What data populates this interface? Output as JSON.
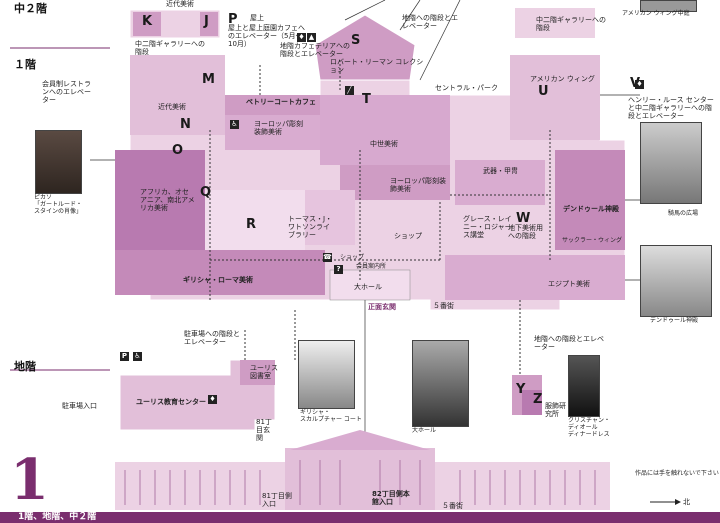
{
  "floors": {
    "mezzanine": "中２階",
    "first": "１階",
    "ground": "地階"
  },
  "section_letters": [
    "K",
    "J",
    "P",
    "S",
    "M",
    "T",
    "U",
    "V",
    "N",
    "O",
    "Q",
    "R",
    "W",
    "Y",
    "Z"
  ],
  "labels": {
    "modern_art": "近代美術",
    "mezz_gallery_stairs": "中二階ギャラリーへの階段",
    "roof_cafe": "屋上と屋上庭園カフェへのエレベーター（5月～10月）",
    "rooftop": "屋上",
    "cafeteria": "地階カフェテリアへの階段とエレベーター",
    "stairs_to_ground": "地階への階段とエレベーター",
    "lehman": "ロバート・リーマン コレクション",
    "american_wing": "アメリカン ウィング",
    "american_wing_mezz": "中二階ギャラリーへの階段",
    "american_wing_court": "アメリカン ウィング中庭",
    "luce": "ヘンリー・ルース センターと中二階ギャラリーへの階段とエレベーター",
    "members_rest": "会員制レストランへのエレベーター",
    "petrie": "ペトリーコートカフェ",
    "euro_sculpture": "ヨーロッパ彫刻装飾美術",
    "medieval": "中世美術",
    "central_park": "セントラル・パーク",
    "africa": "アフリカ、オセアニア、南北アメリカ美術",
    "euro_sculpture2": "ヨーロッパ彫刻装飾美術",
    "arms": "武器・甲冑",
    "watson": "トーマス・J・ワトソンライブラリー",
    "shop": "ショップ",
    "grace": "グレース・レイニー・ロジャース講堂",
    "arms_ground": "地下美術用への階段",
    "dendur": "デンドゥール神殿",
    "sackler": "サックラー・ウィング",
    "greek": "ギリシャ・ローマ美術",
    "great_hall": "大ホール",
    "info": "会員案内所",
    "egypt": "エジプト美術",
    "shop2": "ショップ",
    "main_entrance": "正面玄関",
    "fifth_ave": "５番街",
    "fifth_ave2": "５番街",
    "uris_center": "ユーリス教育センター",
    "uris_library": "ユーリス図書室",
    "parking": "駐車場入口",
    "parking_elev": "駐車場への階段とエレベーター",
    "entrance_81": "81丁目玄関",
    "entrance_81b": "81丁目側入口",
    "entrance_82": "82丁目側本館入口",
    "costume_stairs": "地階への階段とエレベーター",
    "costume": "服飾研究所",
    "north": "北",
    "scale_note": "作品には手を触れないで下さい",
    "equestrian": "騎馬の広場"
  },
  "captions": {
    "picasso": "ピカソ\n「ガートルード・\nスタインの肖像」",
    "greek_court": "ギリシャ・\nスカルプチャー コート",
    "great_hall": "大ホール",
    "dior": "クリスチャン・\nディオール\nディナードレス",
    "dendur": "デンドゥール神殿"
  },
  "footer": {
    "big_number": "1",
    "line": "1階、地階、中２階"
  },
  "colors": {
    "light": "#ecd2e4",
    "mid": "#cf9cc4",
    "dark": "#a8649e",
    "deep": "#7a2e6e"
  }
}
